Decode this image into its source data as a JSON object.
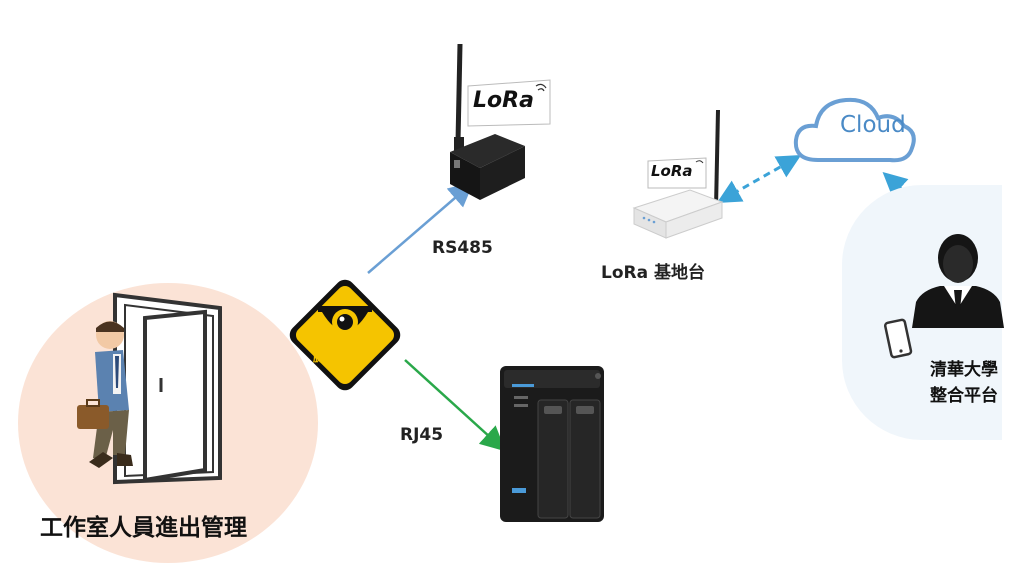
{
  "labels": {
    "rs485": "RS485",
    "rj45": "RJ45",
    "lora_gateway": "LoRa 基地台",
    "cloud": "Cloud",
    "platform_line1": "清華大學",
    "platform_line2": "整合平台",
    "office": "工作室人員進出管理",
    "camera": "臉辨攝影機",
    "lora_logo_1": "LoRa",
    "lora_logo_2": "LoRa"
  },
  "colors": {
    "rs485_line": "#6a9fd4",
    "rj45_line": "#2aa84a",
    "cloud_link": "#3ba3d8",
    "camera_sign": "#f5c400",
    "office_circle": "#fbe3d6"
  }
}
